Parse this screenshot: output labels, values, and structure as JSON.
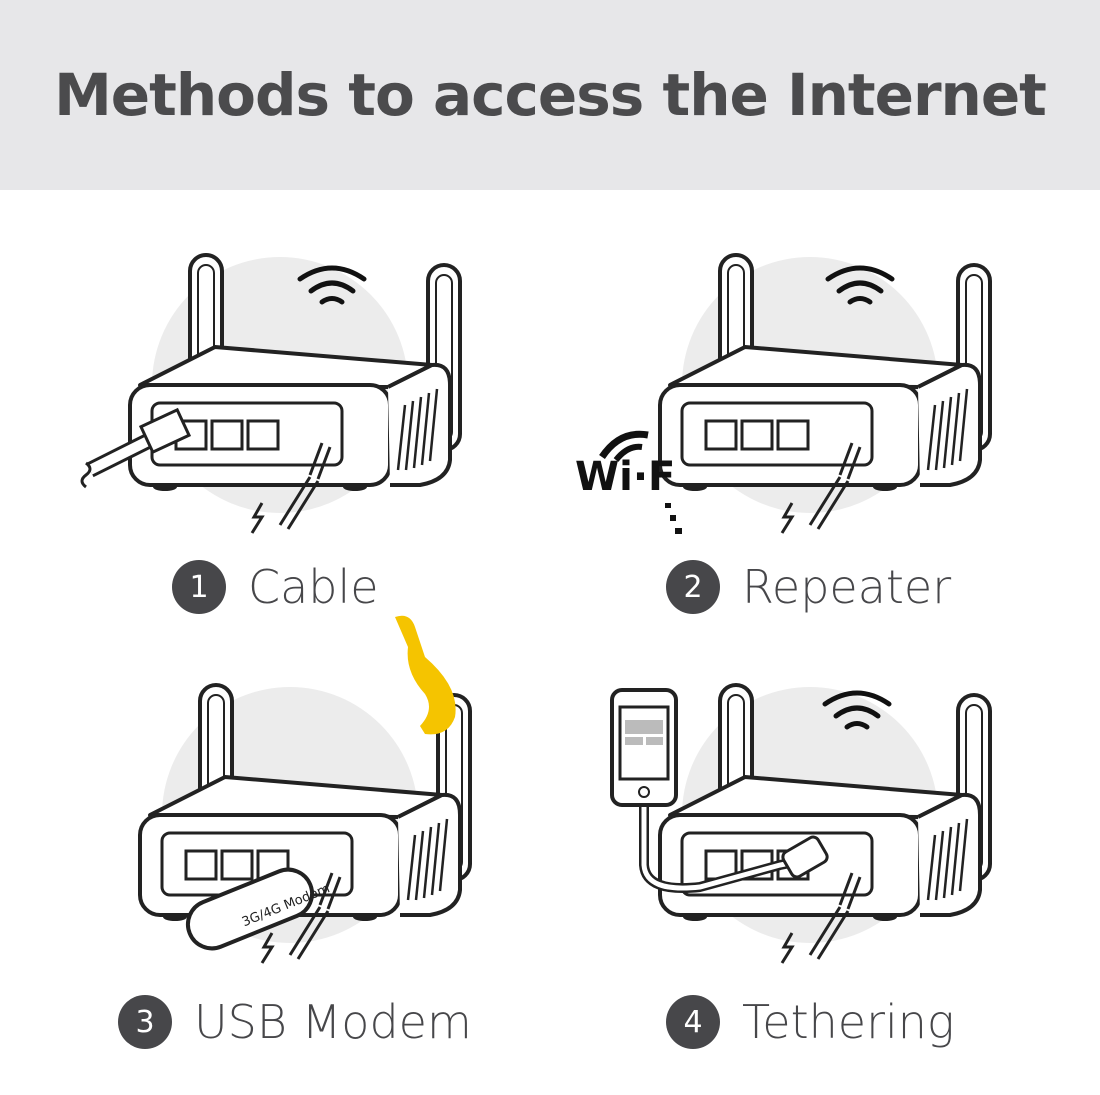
{
  "header": {
    "title": "Methods to access the Internet"
  },
  "methods": [
    {
      "number": "1",
      "label": "Cable"
    },
    {
      "number": "2",
      "label": "Repeater",
      "wifi_logo": "Wi-Fi"
    },
    {
      "number": "3",
      "label": "USB Modem",
      "device_label": "3G/4G Modem"
    },
    {
      "number": "4",
      "label": "Tethering"
    }
  ],
  "colors": {
    "header_bg": "#e7e7e9",
    "text": "#4b4b4d",
    "circle": "#ececec",
    "accent_yellow": "#f5c400"
  }
}
